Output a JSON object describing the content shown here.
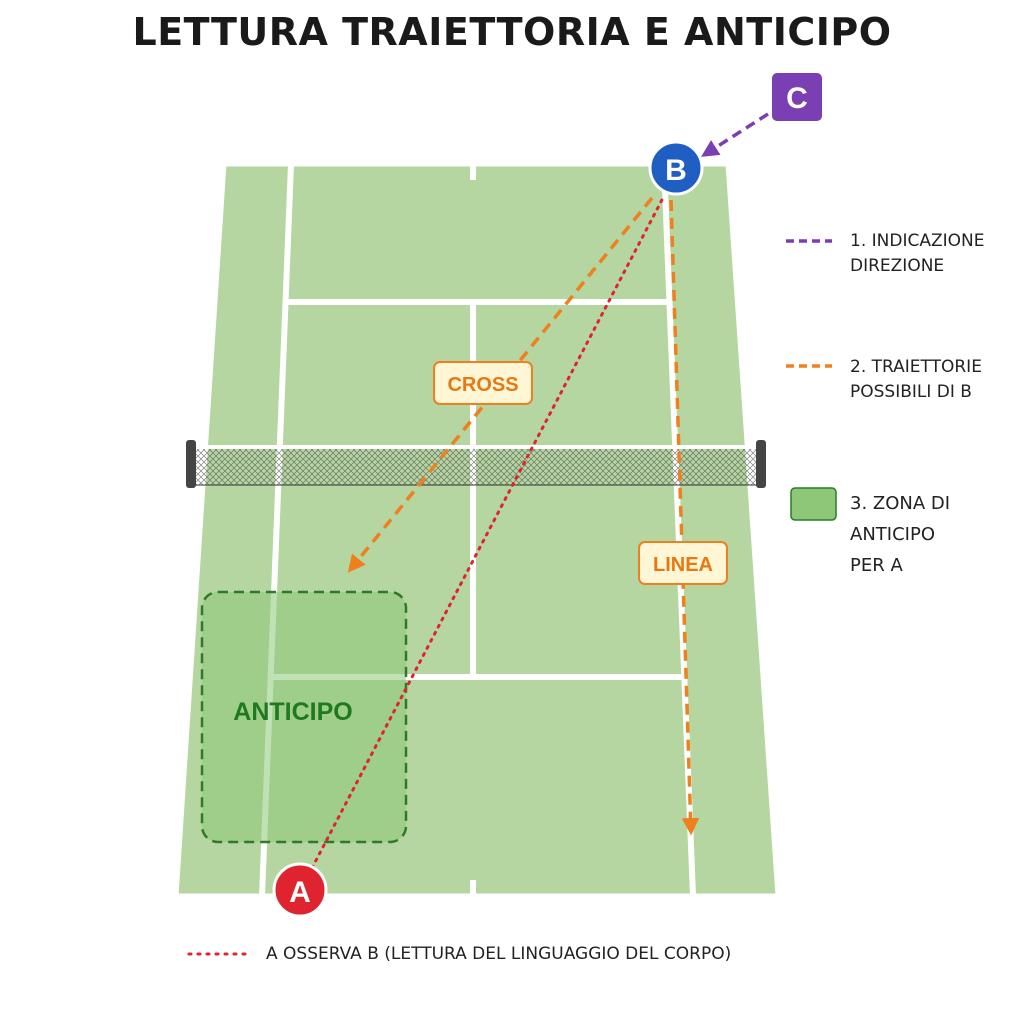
{
  "title": "LETTURA TRAIETTORIA E ANTICIPO",
  "players": {
    "a": "A",
    "b": "B",
    "c": "C"
  },
  "labels": {
    "cross": "CROSS",
    "linea": "LINEA",
    "anticipo": "ANTICIPO"
  },
  "legend": {
    "item1": [
      "1. INDICAZIONE",
      "DIREZIONE"
    ],
    "item2": [
      "2. TRAIETTORIE",
      "POSSIBILI DI B"
    ],
    "item3": [
      "3. ZONA DI",
      "ANTICIPO",
      "PER A"
    ]
  },
  "bottom_legend": "A OSSERVA B (LETTURA DEL LINGUAGGIO DEL CORPO)",
  "colors": {
    "court": "#b5d6a0",
    "court_lines": "#ffffff",
    "direction": "#7a3fb3",
    "trajectory": "#f07f1e",
    "observation": "#e0242f",
    "zone_fill": "#8cc878",
    "zone_stroke": "#2f7a2a",
    "zone_text": "#1e7a1e",
    "player_a": "#e0242f",
    "player_b": "#1f5fc4",
    "player_c": "#7a3fb3"
  }
}
